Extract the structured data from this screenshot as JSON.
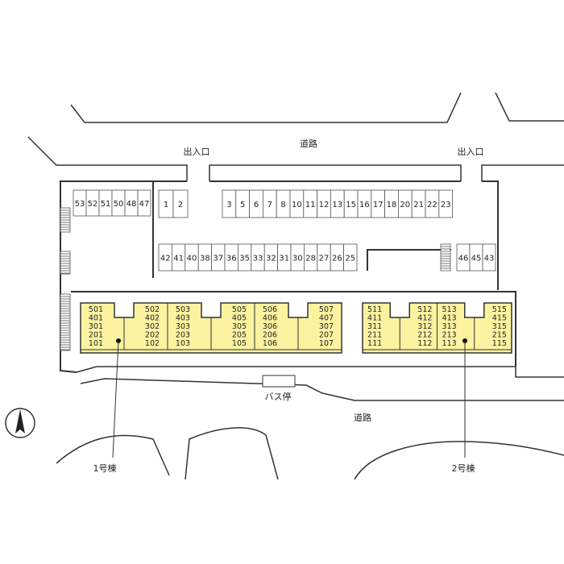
{
  "labels": {
    "road_top": "道路",
    "entrance_left": "出入口",
    "entrance_right": "出入口",
    "bus_stop": "バス停",
    "road_bottom": "道路",
    "building1": "1号棟",
    "building2": "2号棟"
  },
  "parking": {
    "left_group": [
      "53",
      "52",
      "51",
      "50",
      "48",
      "47"
    ],
    "pair": [
      "1",
      "2"
    ],
    "top_row": [
      "3",
      "5",
      "6",
      "7",
      "8",
      "10",
      "11",
      "12",
      "13",
      "15",
      "16",
      "17",
      "18",
      "20",
      "21",
      "22",
      "23"
    ],
    "bottom_row": [
      "42",
      "41",
      "40",
      "38",
      "37",
      "36",
      "35",
      "33",
      "32",
      "31",
      "30",
      "28",
      "27",
      "26",
      "25"
    ],
    "right_group": [
      "46",
      "45",
      "43"
    ]
  },
  "buildings": {
    "building1_units": [
      [
        "501",
        "401",
        "301",
        "201",
        "101"
      ],
      [
        "502",
        "402",
        "302",
        "202",
        "102"
      ],
      [
        "503",
        "403",
        "303",
        "203",
        "103"
      ],
      [
        "505",
        "405",
        "305",
        "205",
        "105"
      ],
      [
        "506",
        "406",
        "306",
        "206",
        "106"
      ],
      [
        "507",
        "407",
        "307",
        "207",
        "107"
      ]
    ],
    "building2_units": [
      [
        "511",
        "411",
        "311",
        "211",
        "111"
      ],
      [
        "512",
        "412",
        "312",
        "212",
        "112"
      ],
      [
        "513",
        "413",
        "313",
        "213",
        "113"
      ],
      [
        "515",
        "415",
        "315",
        "215",
        "115"
      ]
    ],
    "fill_color": "#fbf3a0"
  }
}
